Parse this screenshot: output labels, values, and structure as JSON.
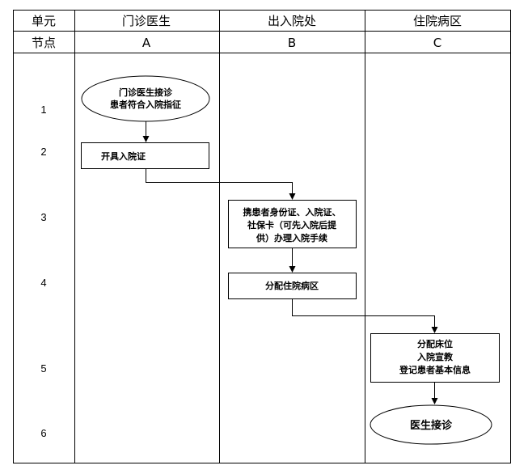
{
  "header": {
    "row1": [
      "单元",
      "门诊医生",
      "出入院处",
      "住院病区"
    ],
    "row2": [
      "节点",
      "A",
      "B",
      "C"
    ]
  },
  "rows": [
    "1",
    "2",
    "3",
    "4",
    "5",
    "6"
  ],
  "nodes": {
    "n1": [
      "门诊医生接诊",
      "患者符合入院指征"
    ],
    "n2": [
      "开具入院证"
    ],
    "n3": [
      "携患者身份证、入院证、",
      "社保卡（可先入院后提",
      "供）办理入院手续"
    ],
    "n4": [
      "分配住院病区"
    ],
    "n5": [
      "分配床位",
      "入院宣教",
      "登记患者基本信息"
    ],
    "n6": [
      "医生接诊"
    ]
  }
}
